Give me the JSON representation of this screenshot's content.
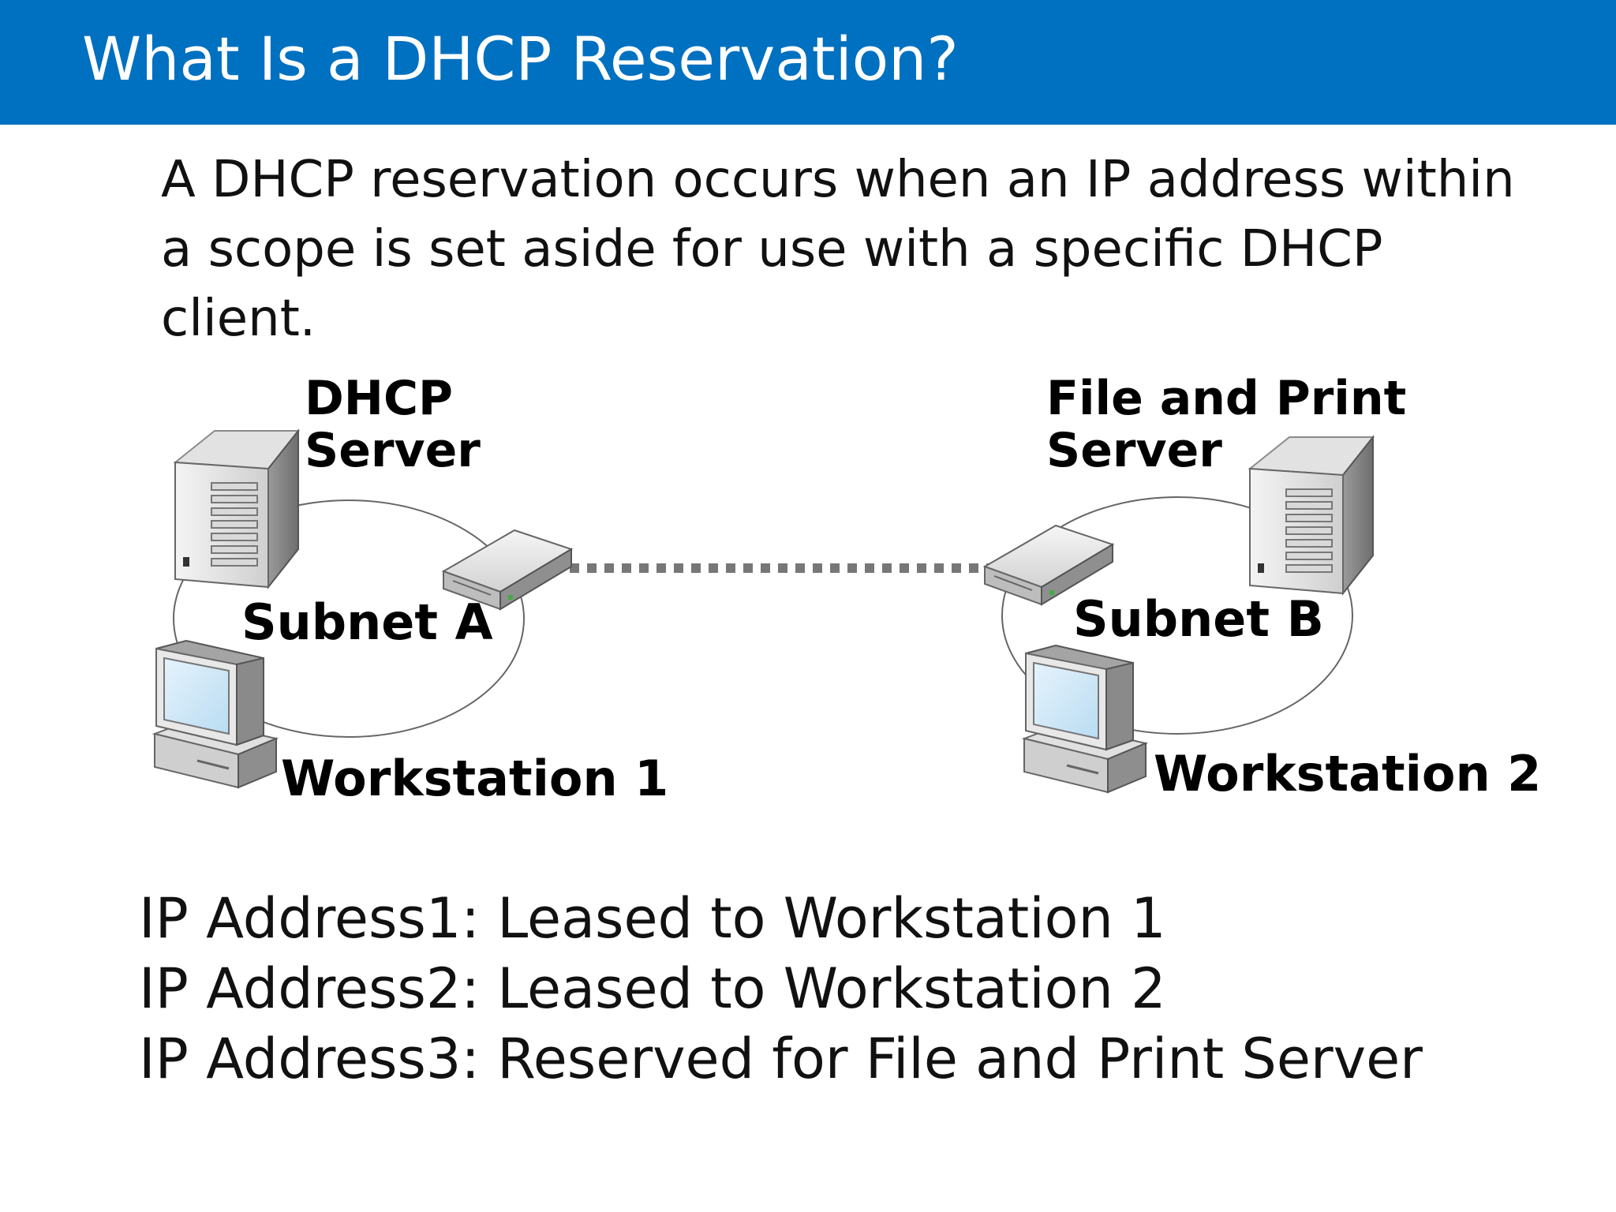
{
  "slide": {
    "title": "What Is a DHCP Reservation?",
    "intro": "A DHCP reservation occurs when an IP address within a scope is set aside for use with a specific DHCP client."
  },
  "diagram": {
    "dhcp_server": {
      "line1": "DHCP",
      "line2": "Server"
    },
    "file_print_server": {
      "line1": "File and Print",
      "line2": "Server"
    },
    "subnet_a": "Subnet A",
    "subnet_b": "Subnet B",
    "workstation_1": "Workstation 1",
    "workstation_2": "Workstation 2"
  },
  "ip_list": [
    "IP Address1: Leased to Workstation 1",
    "IP Address2: Leased to Workstation 2",
    "IP Address3: Reserved for File and Print Server"
  ],
  "colors": {
    "title_bar": "#0070c0",
    "title_text": "#ffffff"
  }
}
